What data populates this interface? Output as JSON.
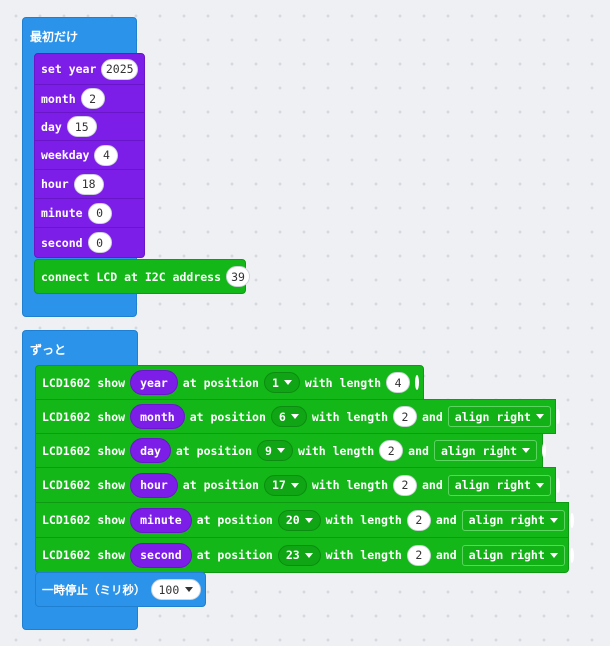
{
  "on_start": {
    "title": "最初だけ",
    "blocks": [
      {
        "label": "set year",
        "value": "2025"
      },
      {
        "label": "month",
        "value": "2"
      },
      {
        "label": "day",
        "value": "15"
      },
      {
        "label": "weekday",
        "value": "4"
      },
      {
        "label": "hour",
        "value": "18"
      },
      {
        "label": "minute",
        "value": "0"
      },
      {
        "label": "second",
        "value": "0"
      }
    ],
    "lcd": {
      "label": "connect LCD at I2C address",
      "value": "39"
    }
  },
  "forever": {
    "title": "ずっと",
    "rows": [
      {
        "prefix": "LCD1602 show",
        "var": "year",
        "at": "at position",
        "pos": "1",
        "with": "with length",
        "len": "4",
        "and": "",
        "align": ""
      },
      {
        "prefix": "LCD1602 show",
        "var": "month",
        "at": "at position",
        "pos": "6",
        "with": "with length",
        "len": "2",
        "and": "and",
        "align": "align right"
      },
      {
        "prefix": "LCD1602 show",
        "var": "day",
        "at": "at position",
        "pos": "9",
        "with": "with length",
        "len": "2",
        "and": "and",
        "align": "align right"
      },
      {
        "prefix": "LCD1602 show",
        "var": "hour",
        "at": "at position",
        "pos": "17",
        "with": "with length",
        "len": "2",
        "and": "and",
        "align": "align right"
      },
      {
        "prefix": "LCD1602 show",
        "var": "minute",
        "at": "at position",
        "pos": "20",
        "with": "with length",
        "len": "2",
        "and": "and",
        "align": "align right"
      },
      {
        "prefix": "LCD1602 show",
        "var": "second",
        "at": "at position",
        "pos": "23",
        "with": "with length",
        "len": "2",
        "and": "and",
        "align": "align right"
      }
    ],
    "pause": {
      "label": "一時停止（ミリ秒）",
      "value": "100"
    }
  },
  "icons": {
    "add": "plus-circle-icon",
    "remove": "minus-circle-icon",
    "dropdown": "caret-down-icon"
  }
}
